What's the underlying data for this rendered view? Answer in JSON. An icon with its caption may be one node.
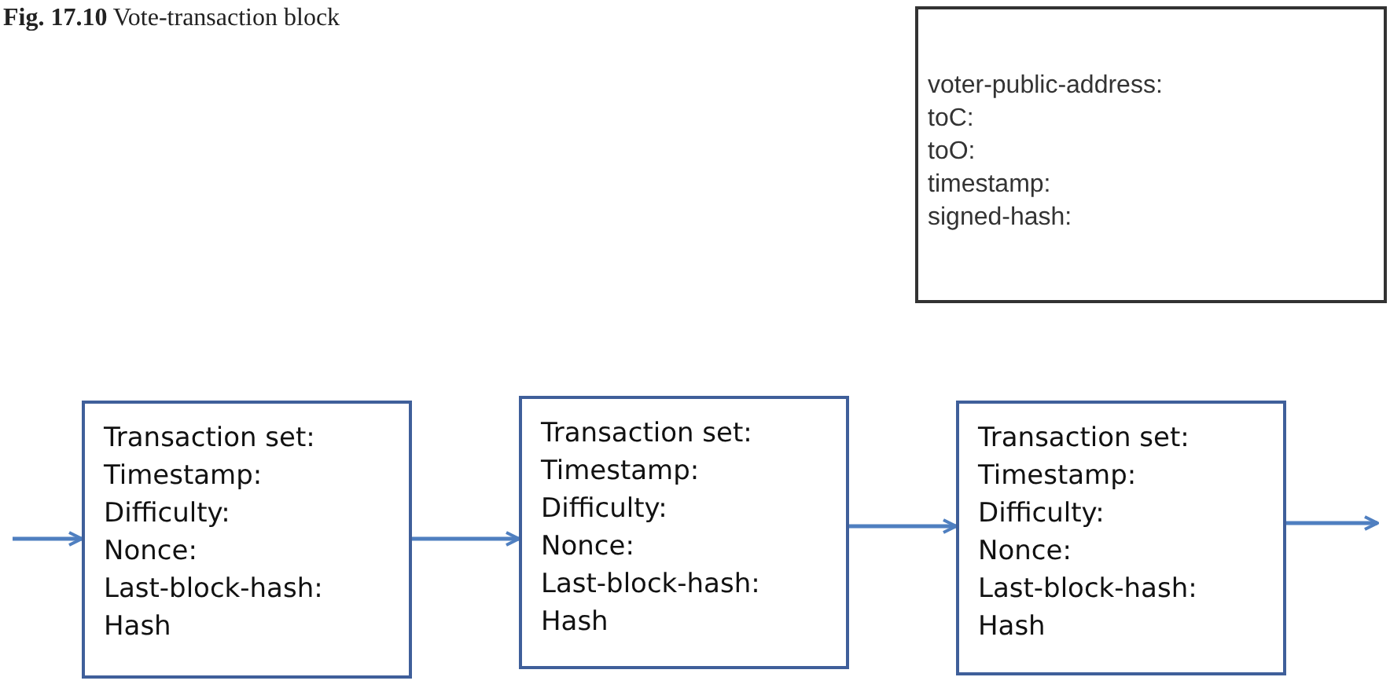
{
  "diagram": {
    "caption": "**Fig. 17.10** Vote-transaction block",
    "nodes": [
      {
        "text": [
          "voter-public-address:",
          "toC:",
          "toO:",
          "timestamp:",
          "signed-hash:"
        ]
      },
      {
        "text": [
          "Transaction set:",
          "Timestamp:",
          "Difficulty:",
          "Nonce:",
          "Last-block-hash:",
          "Hash"
        ]
      },
      {
        "text": [
          "Transaction set:",
          "Timestamp:",
          "Difficulty:",
          "Nonce:",
          "Last-block-hash:",
          "Hash"
        ]
      },
      {
        "text": [
          "Transaction set:",
          "Timestamp:",
          "Difficulty:",
          "Nonce:",
          "Last-block-hash:",
          "Hash"
        ]
      }
    ],
    "edges": [
      {
        "from": null,
        "to": 1,
        "arrow": "to"
      },
      {
        "from": 1,
        "to": 2,
        "arrow": "to"
      },
      {
        "from": 2,
        "to": 3,
        "arrow": "to"
      },
      {
        "from": 3,
        "to": null,
        "arrow": "to"
      }
    ]
  }
}
